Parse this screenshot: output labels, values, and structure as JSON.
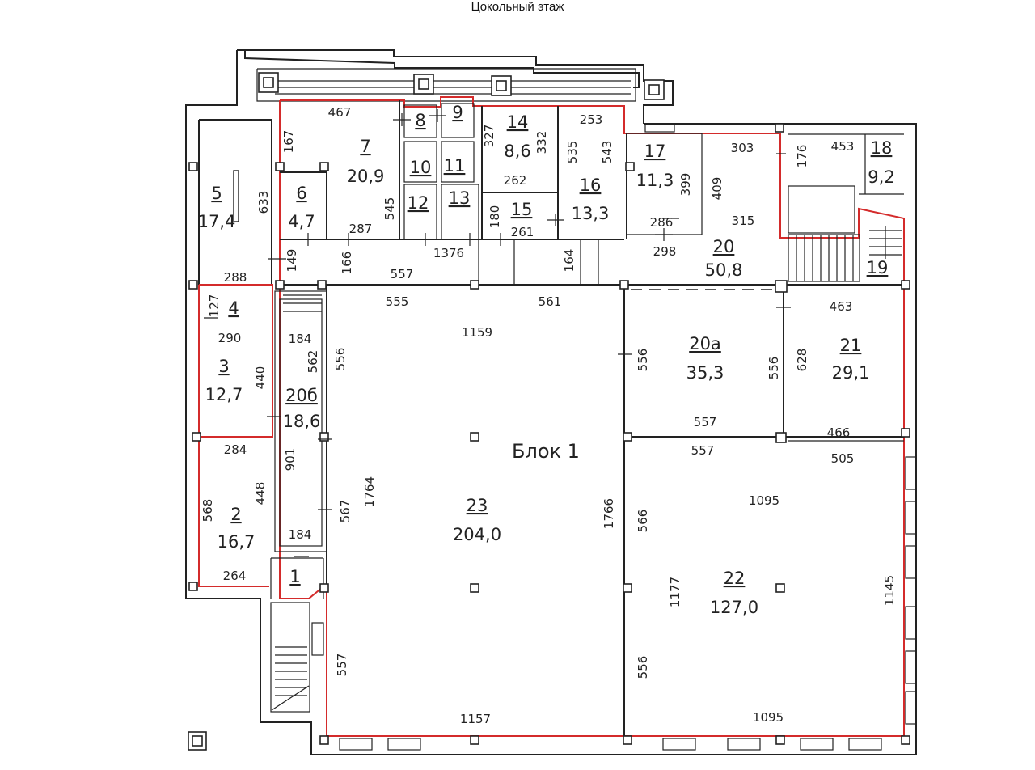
{
  "title": "Цокольный этаж",
  "block_label": "Блок 1",
  "rooms": [
    {
      "number": "1",
      "area": ""
    },
    {
      "number": "2",
      "area": "16,7"
    },
    {
      "number": "3",
      "area": "12,7"
    },
    {
      "number": "4",
      "area": ""
    },
    {
      "number": "5",
      "area": "17,4"
    },
    {
      "number": "6",
      "area": "4,7"
    },
    {
      "number": "7",
      "area": "20,9"
    },
    {
      "number": "8",
      "area": ""
    },
    {
      "number": "9",
      "area": ""
    },
    {
      "number": "10",
      "area": ""
    },
    {
      "number": "11",
      "area": ""
    },
    {
      "number": "12",
      "area": ""
    },
    {
      "number": "13",
      "area": ""
    },
    {
      "number": "14",
      "area": "8,6"
    },
    {
      "number": "15",
      "area": ""
    },
    {
      "number": "16",
      "area": "13,3"
    },
    {
      "number": "17",
      "area": "11,3"
    },
    {
      "number": "18",
      "area": "9,2"
    },
    {
      "number": "19",
      "area": ""
    },
    {
      "number": "20",
      "area": "50,8"
    },
    {
      "number": "20а",
      "area": "35,3"
    },
    {
      "number": "20б",
      "area": "18,6"
    },
    {
      "number": "21",
      "area": "29,1"
    },
    {
      "number": "22",
      "area": "127,0"
    },
    {
      "number": "23",
      "area": "204,0"
    }
  ],
  "dimensions": [
    "467",
    "167",
    "633",
    "288",
    "545",
    "287",
    "327",
    "332",
    "262",
    "253",
    "535",
    "543",
    "176",
    "453",
    "303",
    "409",
    "399",
    "315",
    "298",
    "286",
    "180",
    "261",
    "1376",
    "166",
    "149",
    "557",
    "164",
    "127",
    "290",
    "184",
    "562",
    "556",
    "555",
    "561",
    "1159",
    "556",
    "556",
    "628",
    "463",
    "440",
    "557",
    "466",
    "557",
    "505",
    "901",
    "284",
    "1095",
    "448",
    "567",
    "1764",
    "1766",
    "566",
    "568",
    "184",
    "264",
    "1177",
    "1145",
    "556",
    "557",
    "1157",
    "1095"
  ],
  "colors": {
    "line": "#222222",
    "boundary": "#d42b2b"
  }
}
